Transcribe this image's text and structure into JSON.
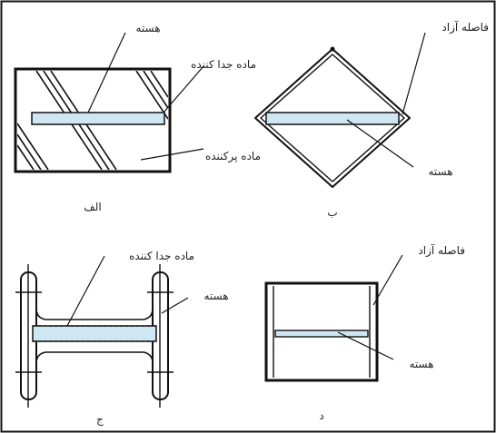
{
  "labels": {
    "a_core": "هسته",
    "a_separator": "ماده جدا کننده",
    "a_filler": "ماده پرکننده",
    "b_free_gap": "فاصله آزاد",
    "b_core": "هسته",
    "c_separator": "ماده جدا کننده",
    "c_core": "هسته",
    "d_free_gap": "فاصله آزاد",
    "d_core": "هسته"
  },
  "captions": {
    "a": "الف",
    "b": "ب",
    "c": "ج",
    "d": "د"
  },
  "colors": {
    "core_fill": "#cfe6f3",
    "line": "#111111",
    "background": "#ffffff"
  }
}
